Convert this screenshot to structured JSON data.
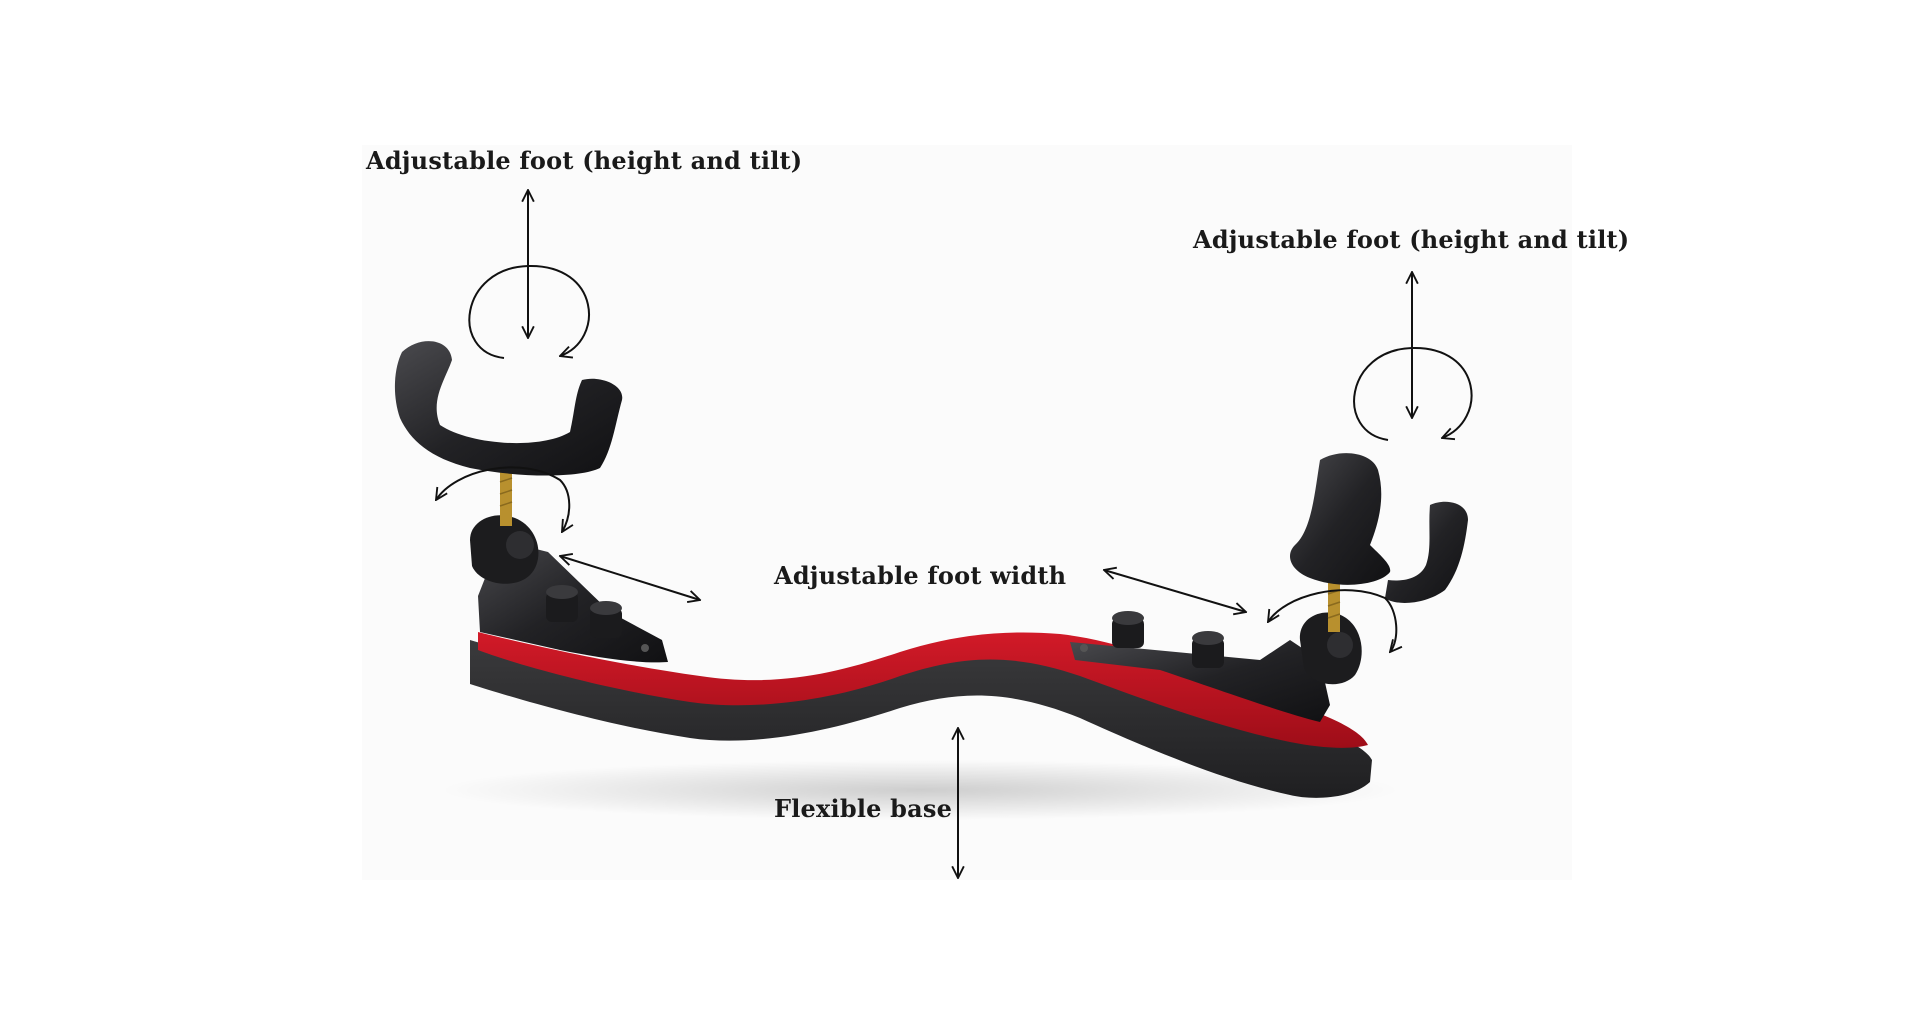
{
  "labels": {
    "left_foot": "Adjustable foot (height and tilt)",
    "right_foot": "Adjustable foot (height and tilt)",
    "foot_width": "Adjustable foot width",
    "flexible_base": "Flexible base"
  },
  "colors": {
    "base_foam": "#2b2b2d",
    "base_velvet": "#c1121f",
    "plastic": "#1c1c1e",
    "brass_screw": "#b8902e",
    "arrow": "#111111",
    "text": "#1a1a1a"
  }
}
